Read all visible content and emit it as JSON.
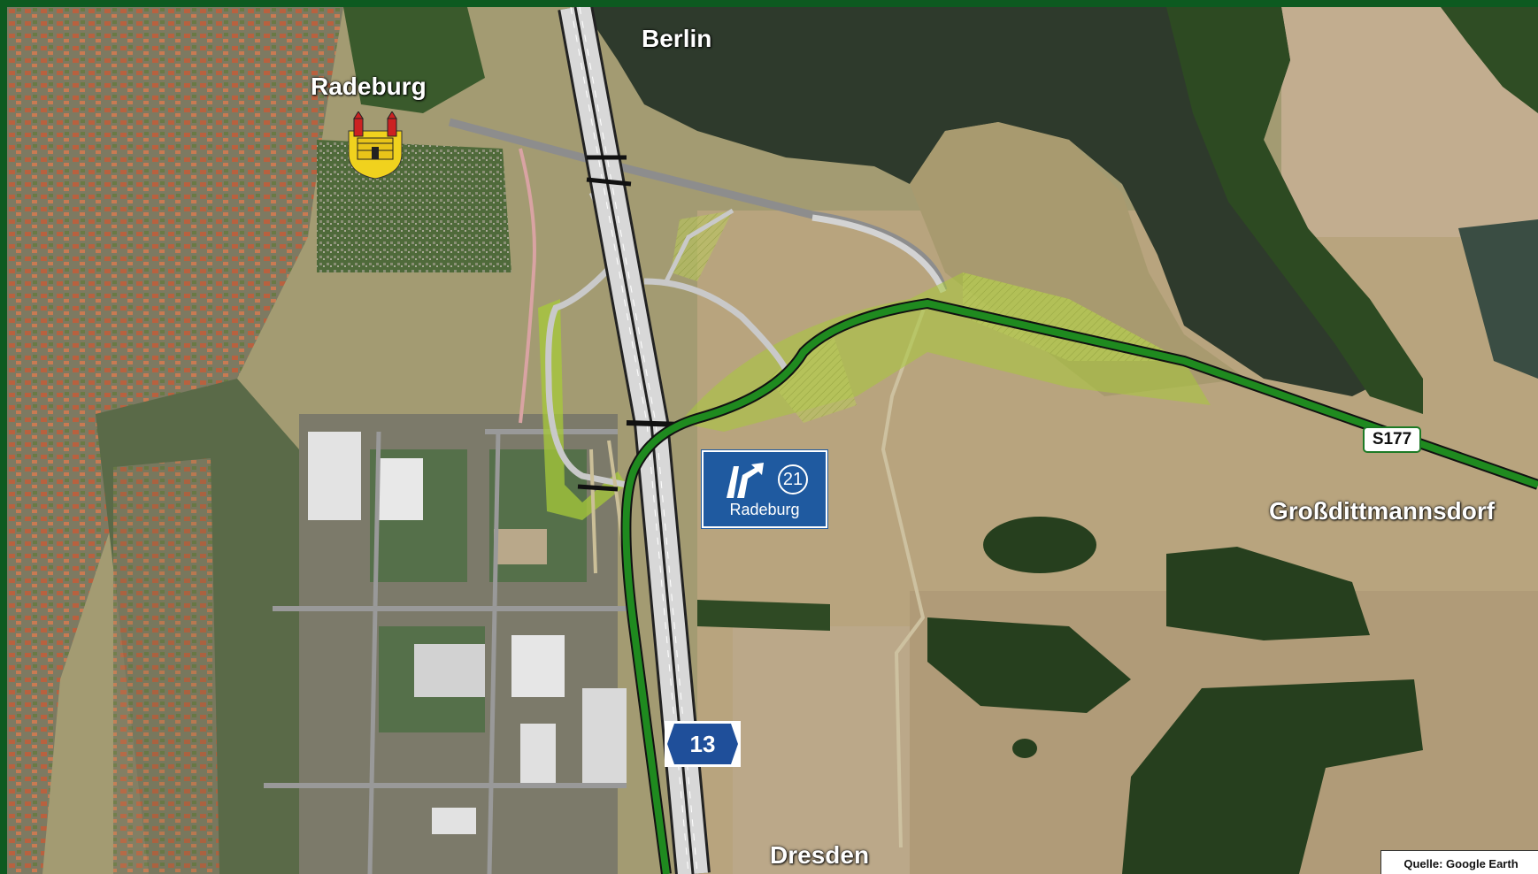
{
  "labels": {
    "north": "Berlin",
    "town": "Radeburg",
    "east": "Großdittmannsdorf",
    "south": "Dresden"
  },
  "exit_sign": {
    "number": "21",
    "name": "Radeburg",
    "icon": "exit-arrow-icon",
    "color": "#1f5aa0"
  },
  "motorway_shield": {
    "text": "13",
    "color": "#1f4f9a"
  },
  "state_road_badge": {
    "text": "S177",
    "border_color": "#1d7a25"
  },
  "source": "Quelle: Google Earth",
  "colors": {
    "frame": "#0d5a20",
    "new_route": "#1f8a1f",
    "planned_area": "#a7c93a",
    "existing_road": "#c9c9c9",
    "footpath": "#d9a3a3"
  },
  "icons": [
    "coat-of-arms-icon",
    "exit-arrow-icon"
  ]
}
